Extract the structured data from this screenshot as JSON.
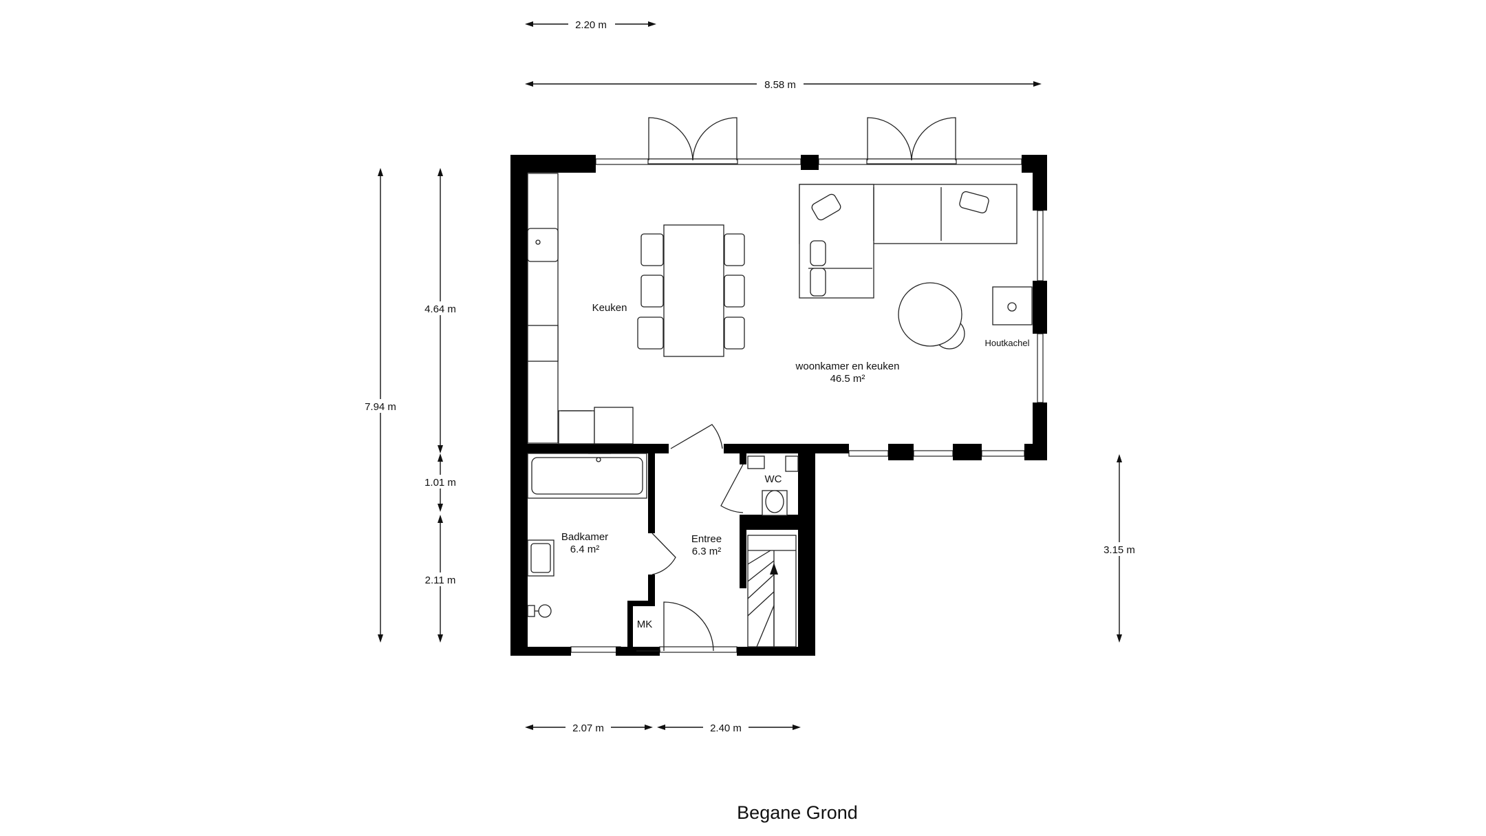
{
  "title": "Begane Grond",
  "colors": {
    "wall": "#000000",
    "background": "#ffffff",
    "line": "#222222"
  },
  "dimensions": {
    "top_short": "2.20 m",
    "top_total": "8.58 m",
    "left_total": "7.94 m",
    "left_upper": "4.64 m",
    "left_middle": "1.01 m",
    "left_lower": "2.11 m",
    "right_lower": "3.15 m",
    "bottom_left": "2.07 m",
    "bottom_right": "2.40 m"
  },
  "rooms": {
    "living": {
      "name": "woonkamer en keuken",
      "area": "46.5 m²"
    },
    "kitchen": {
      "name": "Keuken"
    },
    "stove": {
      "name": "Houtkachel"
    },
    "bathroom": {
      "name": "Badkamer",
      "area": "6.4 m²"
    },
    "entrance": {
      "name": "Entree",
      "area": "6.3 m²"
    },
    "toilet": {
      "name": "WC"
    },
    "meter_cupboard": {
      "name": "MK"
    }
  }
}
